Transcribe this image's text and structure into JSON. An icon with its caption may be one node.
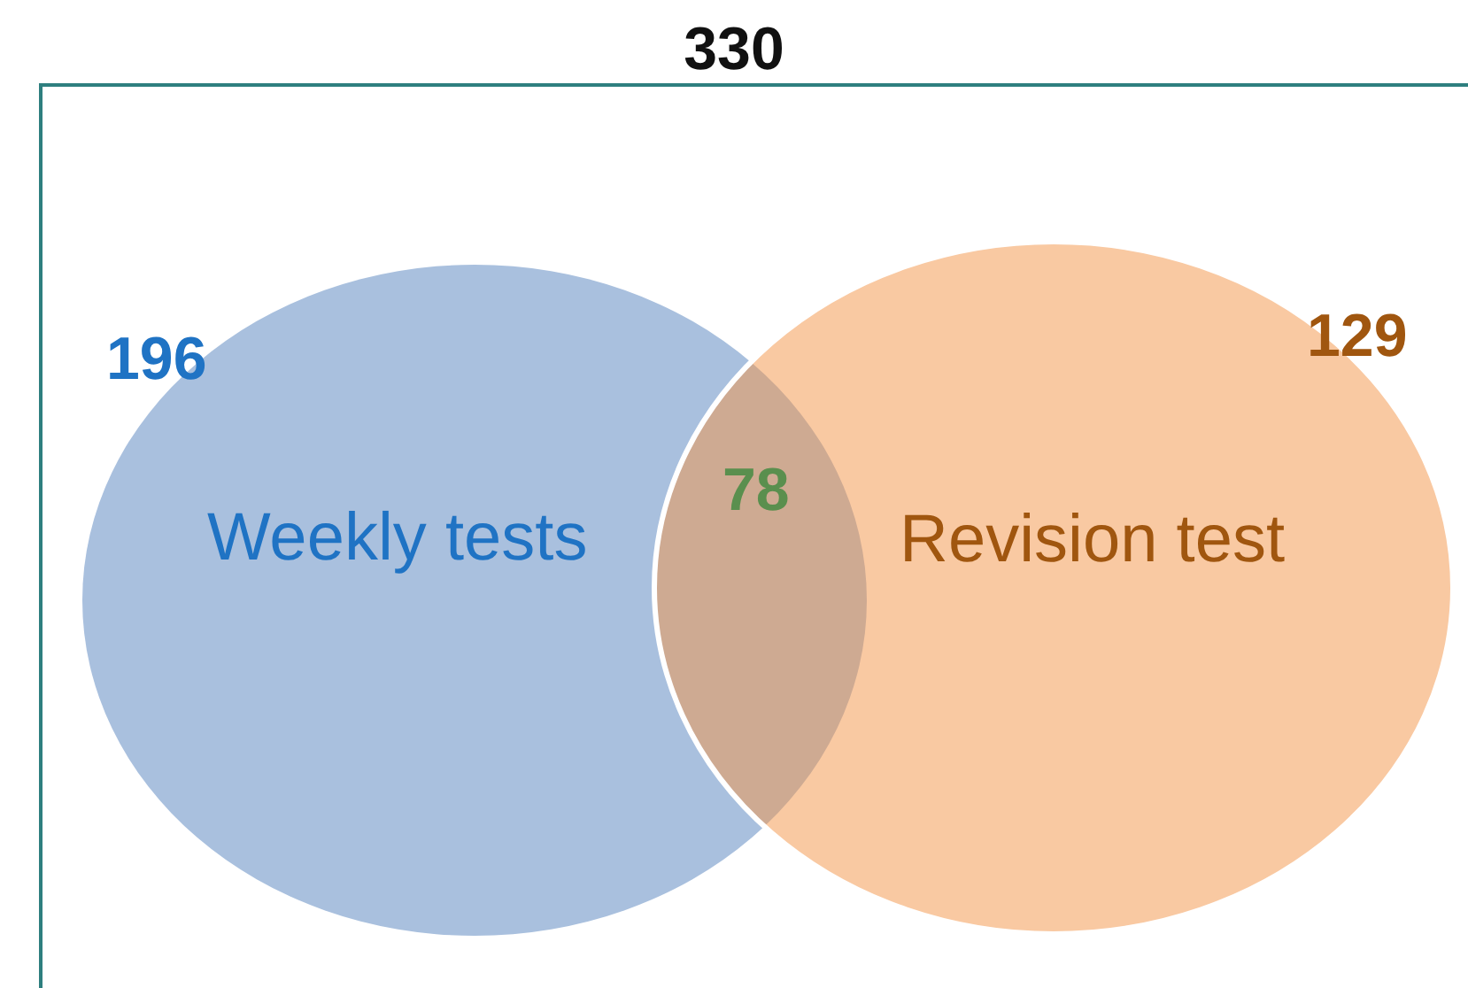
{
  "diagram": {
    "nodes": [
      {
        "text": [
          "330"
        ]
      },
      {
        "text": [
          "196",
          "Weekly tests"
        ],
        "in": 0
      },
      {
        "text": [
          "129",
          "Revision test"
        ],
        "in": 0
      }
    ],
    "labels": [
      "78"
    ]
  }
}
